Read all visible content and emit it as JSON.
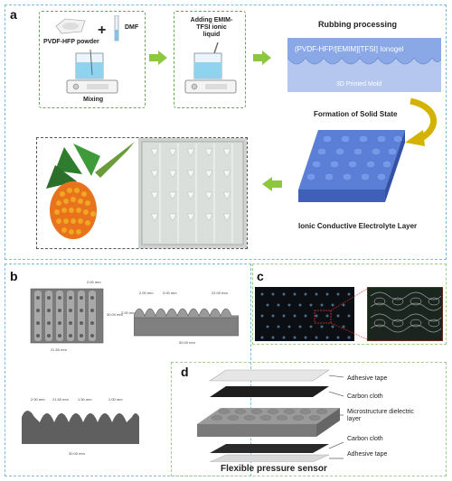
{
  "panels": {
    "a": {
      "letter": "a"
    },
    "b": {
      "letter": "b"
    },
    "c": {
      "letter": "c"
    },
    "d": {
      "letter": "d"
    }
  },
  "panel_a": {
    "step1_material": "PVDF-HFP powder",
    "step1_solvent": "DMF",
    "plus": "+",
    "step1_caption": "Mixing",
    "step2_caption": "Adding EMIM-TFSI ionic liquid",
    "rubbing_title": "Rubbing processing",
    "ionogel_label": "(PVDF-HFP/[EMIM][TFSI]  Ionogel",
    "mold_label": "3D Printed Mold",
    "solid_state": "Formation of Solid State",
    "electrolyte_label": "Ionic Conductive Electrolyte Layer"
  },
  "panel_b": {
    "dims": [
      "21.50 mm",
      "2.00 mm",
      "30.00 mm",
      "2.00 mm",
      "3.00 mm",
      "22.00 mm",
      "30.00 mm",
      "2.00 mm",
      "2.00 mm",
      "21.50 mm",
      "1.50 mm",
      "2.00 mm",
      "30.00 mm"
    ]
  },
  "panel_d": {
    "layers": [
      "Adhesive tape",
      "Carbon cloth",
      "Microstructure dielectric layer",
      "Carbon cloth",
      "Adhesive tape"
    ],
    "caption": "Flexible pressure sensor"
  },
  "colors": {
    "panel_border": "#7fb8e0",
    "step_border": "#6aa84f",
    "arrow": "#8dc63f",
    "curved_arrow": "#d4b200",
    "electrolyte_blue": "#5c7fd8",
    "mold_blue": "#9db5e8"
  }
}
